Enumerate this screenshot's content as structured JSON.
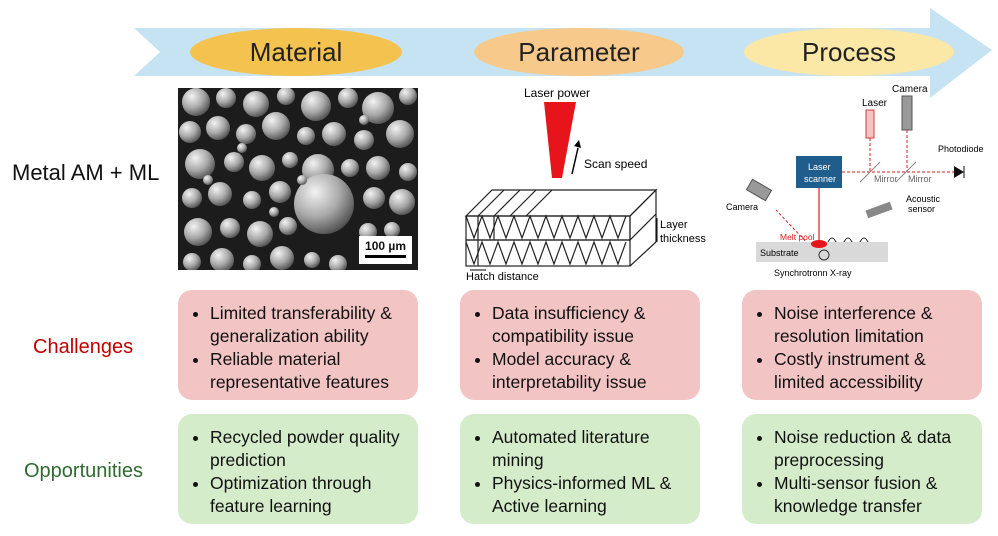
{
  "header": {
    "stages": [
      "Material",
      "Parameter",
      "Process"
    ],
    "colors": {
      "arrow": "#c5e3f2",
      "pill1": "#f4c24f",
      "pill2": "#f7c98a",
      "pill3": "#fbe7a6"
    }
  },
  "left_label": "Metal AM + ML",
  "material_panel": {
    "scale_label": "100 µm"
  },
  "parameter_panel": {
    "laser_power": "Laser power",
    "scan_speed": "Scan speed",
    "layer": "Layer",
    "thickness": "thickness",
    "hatch_distance": "Hatch distance"
  },
  "process_panel": {
    "camera_top": "Camera",
    "laser": "Laser",
    "photodiode": "Photodiode",
    "laser_scanner_1": "Laser",
    "laser_scanner_2": "scanner",
    "mirror_1": "Mirror",
    "mirror_2": "Mirror",
    "camera_left": "Camera",
    "acoustic_1": "Acoustic",
    "acoustic_2": "sensor",
    "melt_pool": "Melt pool",
    "substrate": "Substrate",
    "synchrotron": "Synchrotronn X-ray"
  },
  "rows": {
    "challenges": "Challenges",
    "opportunities": "Opportunities"
  },
  "challenges": {
    "material": [
      "Limited transferability & generalization ability",
      "Reliable material representative features"
    ],
    "parameter": [
      "Data insufficiency & compatibility issue",
      "Model accuracy & interpretability issue"
    ],
    "process": [
      "Noise interference & resolution limitation",
      "Costly instrument & limited accessibility"
    ]
  },
  "opportunities": {
    "material": [
      "Recycled powder quality prediction",
      "Optimization through feature learning"
    ],
    "parameter": [
      "Automated literature mining",
      "Physics-informed ML & Active learning"
    ],
    "process": [
      "Noise reduction & data preprocessing",
      "Multi-sensor fusion & knowledge transfer"
    ]
  }
}
